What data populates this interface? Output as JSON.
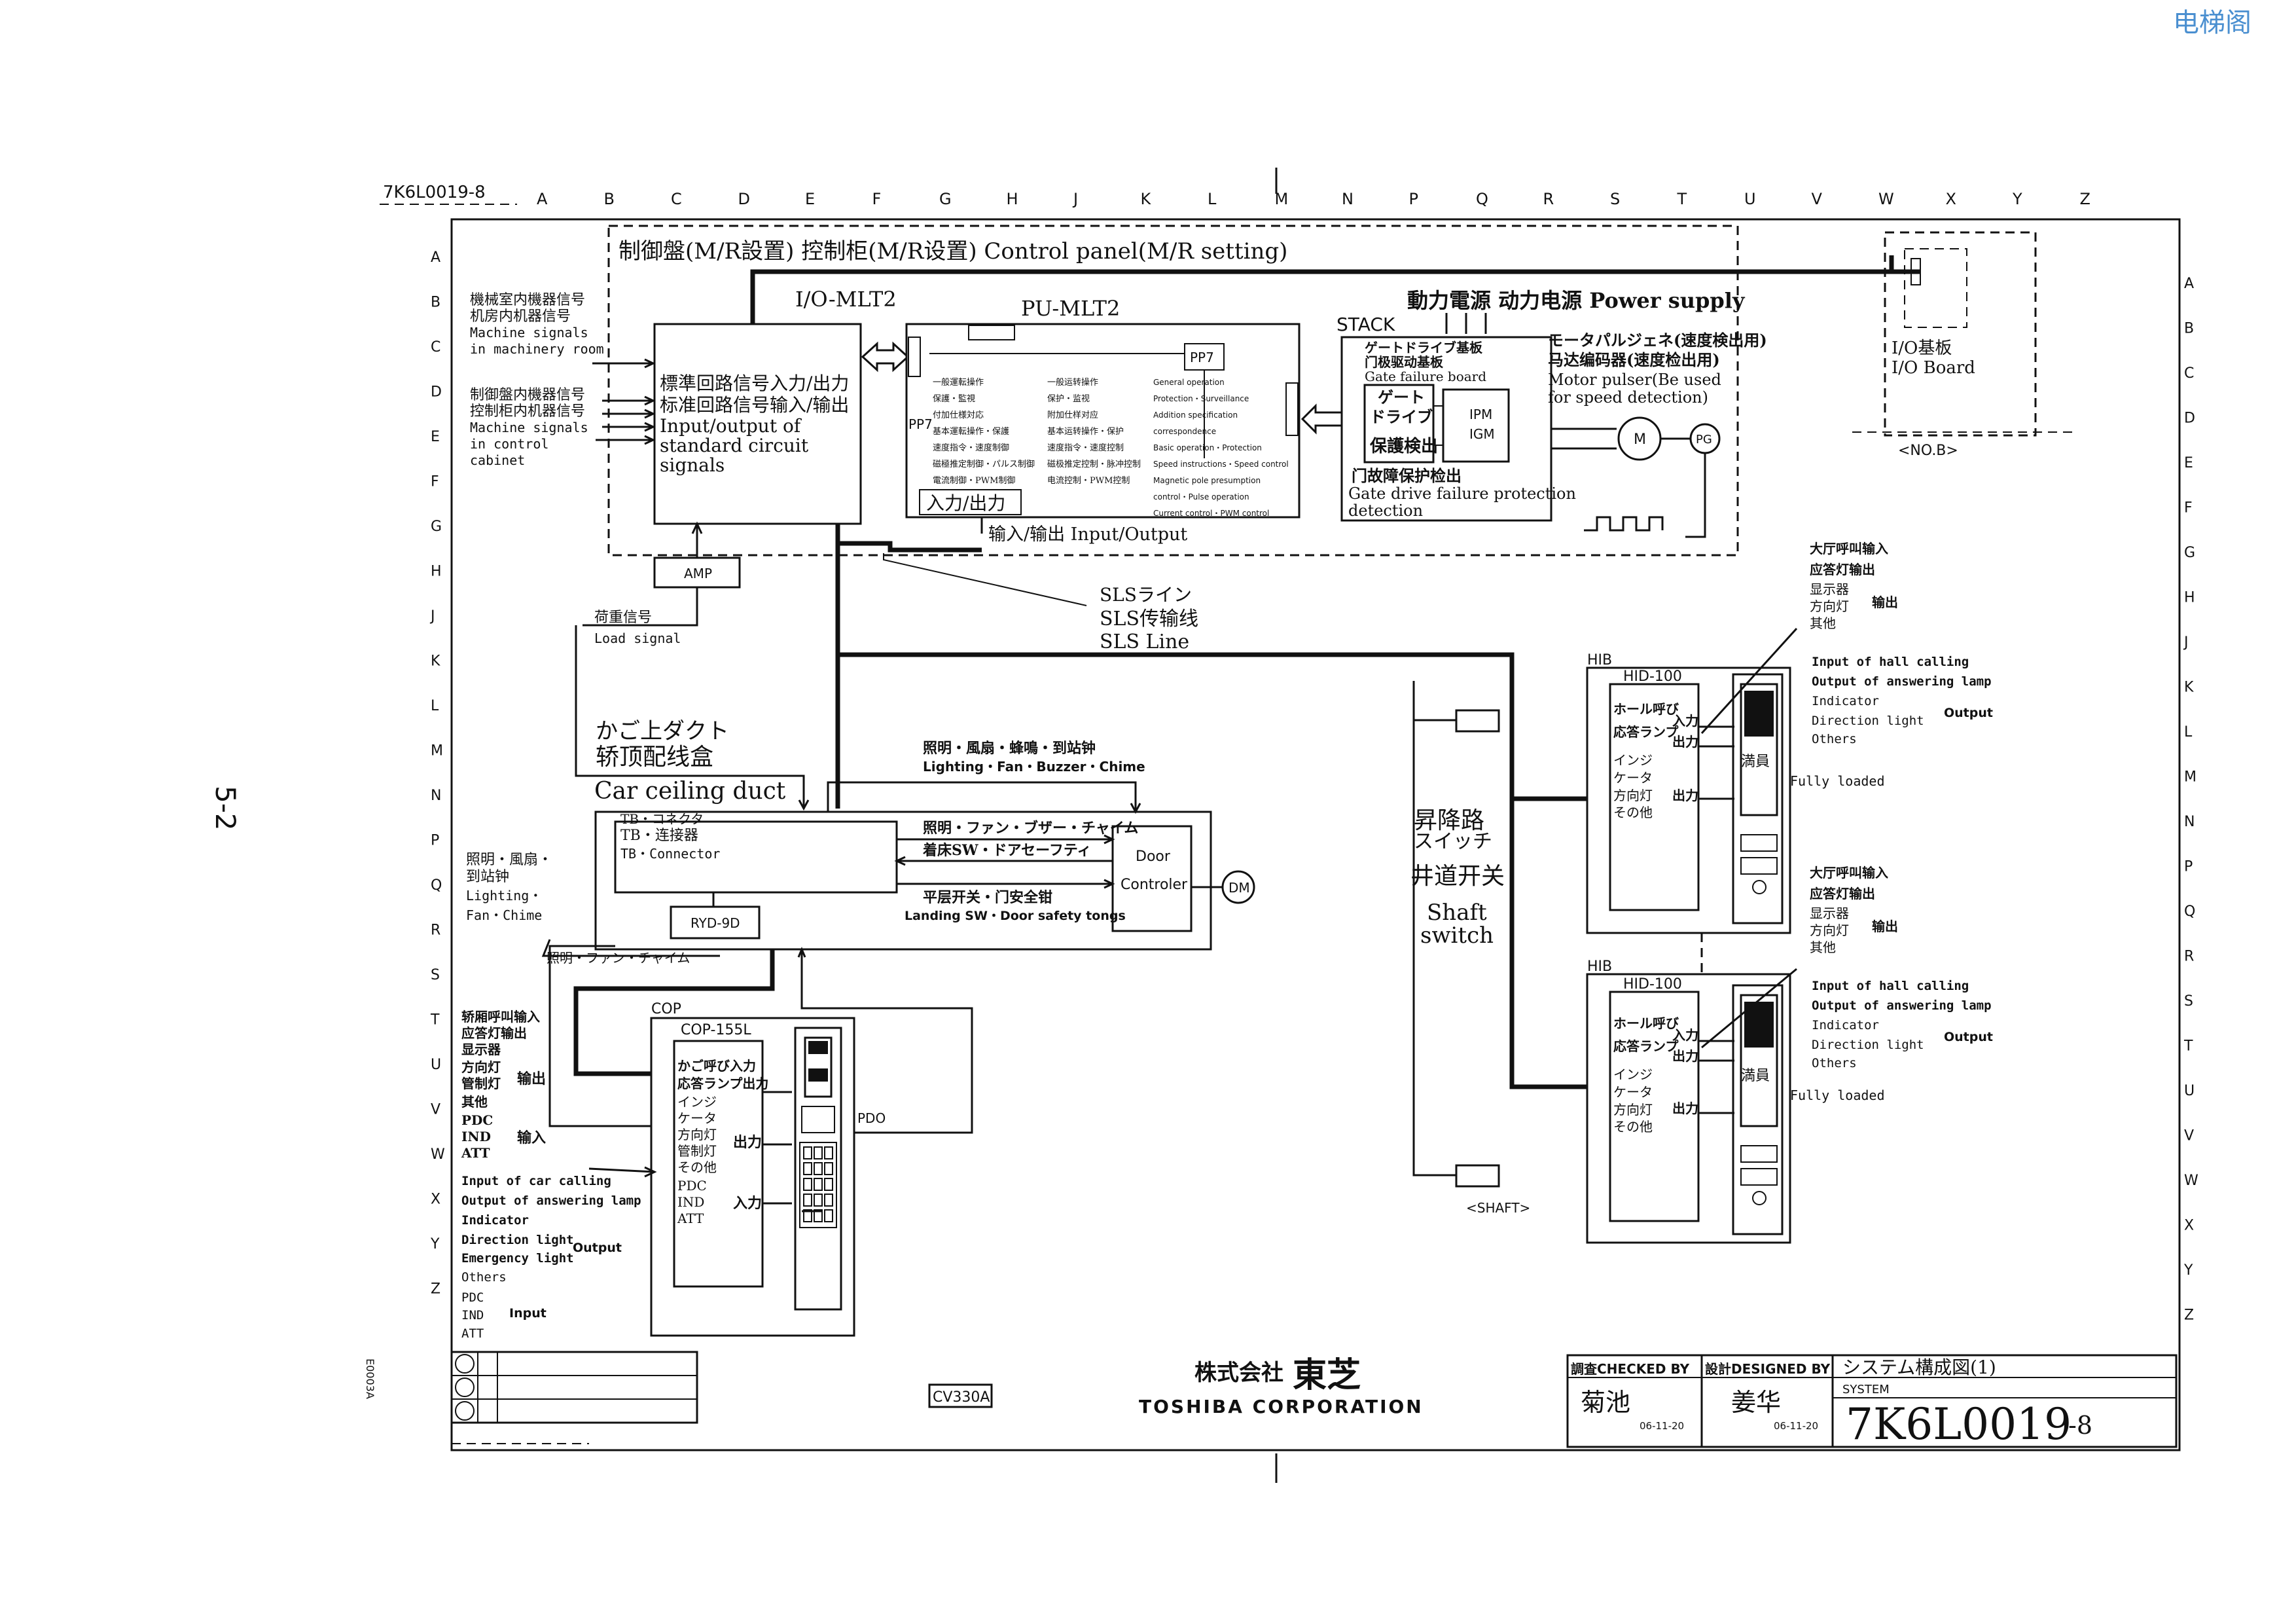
{
  "watermark": "电梯阁",
  "doc_ref_top": "7K6L0019-8",
  "column_letters": [
    "A",
    "B",
    "C",
    "D",
    "E",
    "F",
    "G",
    "H",
    "J",
    "K",
    "L",
    "M",
    "N",
    "P",
    "Q",
    "R",
    "S",
    "T",
    "U",
    "V",
    "W",
    "X",
    "Y",
    "Z"
  ],
  "row_letters": [
    "A",
    "B",
    "C",
    "D",
    "E",
    "F",
    "G",
    "H",
    "J",
    "K",
    "L",
    "M",
    "N",
    "P",
    "Q",
    "R",
    "S",
    "T",
    "U",
    "V",
    "W",
    "X",
    "Y",
    "Z"
  ],
  "page_no": "5-2",
  "control_panel": {
    "title": "制御盤(M/R設置) 控制柜(M/R设置) Control panel(M/R setting)",
    "io_label": "I/O-MLT2",
    "pu_label": "PU-MLT2",
    "stack_label": "STACK",
    "pp7_label": "PP7",
    "pp7_left": "PP7",
    "io_box": [
      "標準回路信号入力/出力",
      "标准回路信号输入/输出",
      "Input/output of",
      "standard circuit",
      "signals"
    ],
    "pu_col1": [
      "一般運転操作",
      "保護・監視",
      "付加仕様対応",
      "基本運転操作・保護",
      "速度指令・速度制御",
      "磁極推定制御・パルス制御",
      "電流制御・PWM制御"
    ],
    "pu_col2": [
      "一般运转操作",
      "保护・监视",
      "附加仕样对应",
      "基本运转操作・保护",
      "速度指令・速度控制",
      "磁极推定控制・脉冲控制",
      "电流控制・PWM控制"
    ],
    "pu_col3": [
      "General operation",
      "Protection・Surveillance",
      "Addition specification",
      "correspondence",
      "Basic operation・Protection",
      "Speed instructions・Speed control",
      "Magnetic pole presumption",
      "control・Pulse operation",
      "Current control・PWM control"
    ],
    "io_in_out_jp": "入力/出力",
    "io_in_out": "输入/输出  Input/Output",
    "power": "動力電源 动力电源 Power supply",
    "gate_drive": [
      "ゲートドライブ基板",
      "门极驱动基板",
      "Gate failure board"
    ],
    "gate_inner": [
      "ゲート",
      "ドライブ",
      "保護検出"
    ],
    "gate_failure": [
      "门故障保护检出",
      "Gate drive failure protection",
      "detection"
    ],
    "ipm": "IPM",
    "igm": "IGM",
    "motor_pulser": [
      "モータパルジェネ(速度検出用)",
      "马达编码器(速度检出用)",
      "Motor pulser(Be used",
      "for speed detection)"
    ],
    "motor": "M",
    "pg": "PG",
    "amp": "AMP"
  },
  "left_inputs": {
    "machine_room": [
      "機械室内機器信号",
      "机房内机器信号",
      "Machine signals",
      "in machinery room"
    ],
    "control_cabinet": [
      "制御盤内機器信号",
      "控制柜内机器信号",
      "Machine signals",
      "in control",
      "cabinet"
    ],
    "load_signal": [
      "荷重信号",
      "Load signal"
    ]
  },
  "io_board": {
    "label": [
      "I/O基板",
      "I/O Board"
    ],
    "tag": "<NO.B>"
  },
  "sls": [
    "SLSライン",
    "SLS传输线",
    "SLS Line"
  ],
  "car_duct": [
    "かご上ダクト",
    "轿顶配线盒",
    "Car ceiling duct"
  ],
  "car_top": {
    "lighting_top": [
      "照明・風扇・蜂鳴・到站钟",
      "Lighting・Fan・Buzzer・Chime"
    ],
    "tb": [
      "TB・コネクタ",
      "TB・连接器",
      "TB・Connector"
    ],
    "row1": "照明・ファン・ブザー・チャイム",
    "row2": "着床SW・ドアセーフティ",
    "row3": "平层开关・门安全钳",
    "row4": "Landing SW・Door safety tongs",
    "door": [
      "Door",
      "Controler"
    ],
    "dm": "DM",
    "ryd": "RYD-9D",
    "fan_line": "照明・ファン・チャイム"
  },
  "left_lighting": [
    "照明・風扇・",
    "到站钟",
    "Lighting・",
    "Fan・Chime"
  ],
  "cop": {
    "label": "COP",
    "model": "COP-155L",
    "inner": [
      "かご呼び入力",
      "応答ランプ出力",
      "インジ",
      "ケータ",
      "方向灯",
      "管制灯",
      "その他",
      "PDC",
      "IND",
      "ATT"
    ],
    "out": "出力",
    "inp": "入力",
    "pdo": "PDO"
  },
  "left_legend": {
    "cn": [
      "轿厢呼叫输入",
      "应答灯输出",
      "显示器",
      "方向灯",
      "管制灯",
      "其他",
      "PDC",
      "IND",
      "ATT"
    ],
    "out_cn": "输出",
    "in_cn": "输入",
    "en": [
      "Input of car calling",
      "Output of answering lamp",
      "Indicator",
      "Direction light",
      "Emergency light",
      "Others",
      "PDC",
      "IND",
      "ATT"
    ],
    "out_en": "Output",
    "in_en": "Input"
  },
  "shaft": {
    "label": [
      "昇降路",
      "スイッチ",
      "井道开关",
      "Shaft",
      "switch"
    ],
    "tag": "<SHAFT>"
  },
  "hib": [
    {
      "label": "HIB",
      "model": "HID-100",
      "inner": [
        "ホール呼び",
        "応答ランプ",
        "インジ",
        "ケータ",
        "方向灯",
        "その他"
      ],
      "in": "入力",
      "out": "出力",
      "out2": "出力",
      "full": "満員",
      "fully": "Fully loaded"
    },
    {
      "label": "HIB",
      "model": "HID-100",
      "inner": [
        "ホール呼び",
        "応答ランプ",
        "インジ",
        "ケータ",
        "方向灯",
        "その他"
      ],
      "in": "入力",
      "out": "出力",
      "out2": "出力",
      "full": "満員",
      "fully": "Fully loaded"
    }
  ],
  "hall_legend": {
    "cn": [
      "大厅呼叫输入",
      "应答灯输出",
      "显示器",
      "方向灯",
      "其他"
    ],
    "out_cn": "输出",
    "en": [
      "Input of hall calling",
      "Output of answering lamp",
      "Indicator",
      "Direction light",
      "Others"
    ],
    "out_en": "Output"
  },
  "title_block": {
    "checked_label": "調査CHECKED BY",
    "designed_label": "設計DESIGNED BY",
    "checked_name": "菊池",
    "designed_name": "姜华",
    "date1": "06-11-20",
    "date2": "06-11-20",
    "system_title": "システム構成図(1)",
    "system": "SYSTEM",
    "doc_no": "7K6L0019",
    "doc_suffix": "-8"
  },
  "company": {
    "jp": "株式会社",
    "kanji": "東芝",
    "en": "TOSHIBA CORPORATION"
  },
  "cv": "CV330A",
  "side_code": "E0003A"
}
